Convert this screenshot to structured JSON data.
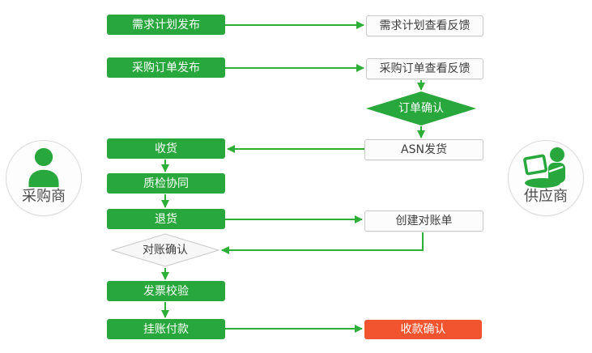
{
  "colors": {
    "process_green": "#28a73c",
    "arrow_green": "#2eb038",
    "terminal_red": "#f25430",
    "white_box_bg": "#fcfcfc",
    "white_box_border": "#c9c9c9",
    "gray_diamond_bg": "#f7f7f7",
    "dark_text": "#3d3d3d"
  },
  "actors": {
    "buyer": {
      "label": "采购商",
      "icon": "person-icon"
    },
    "supplier": {
      "label": "供应商",
      "icon": "person-laptop-icon"
    }
  },
  "flow": {
    "demand_publish": "需求计划发布",
    "demand_feedback": "需求计划查看反馈",
    "po_publish": "采购订单发布",
    "po_feedback": "采购订单查看反馈",
    "order_confirm": "订单确认",
    "asn_ship": "ASN发货",
    "receive": "收货",
    "quality_check": "质检协同",
    "return_goods": "退货",
    "create_statement": "创建对账单",
    "statement_confirm": "对账确认",
    "invoice_check": "发票校验",
    "book_payment": "挂账付款",
    "payment_confirm": "收款确认"
  },
  "edges": [
    {
      "from": "demand_publish",
      "to": "demand_feedback"
    },
    {
      "from": "po_publish",
      "to": "po_feedback"
    },
    {
      "from": "po_feedback",
      "to": "order_confirm"
    },
    {
      "from": "order_confirm",
      "to": "asn_ship"
    },
    {
      "from": "asn_ship",
      "to": "receive"
    },
    {
      "from": "receive",
      "to": "quality_check"
    },
    {
      "from": "quality_check",
      "to": "return_goods"
    },
    {
      "from": "return_goods",
      "to": "create_statement"
    },
    {
      "from": "create_statement",
      "to": "statement_confirm"
    },
    {
      "from": "statement_confirm",
      "to": "invoice_check"
    },
    {
      "from": "invoice_check",
      "to": "book_payment"
    },
    {
      "from": "book_payment",
      "to": "payment_confirm"
    }
  ]
}
